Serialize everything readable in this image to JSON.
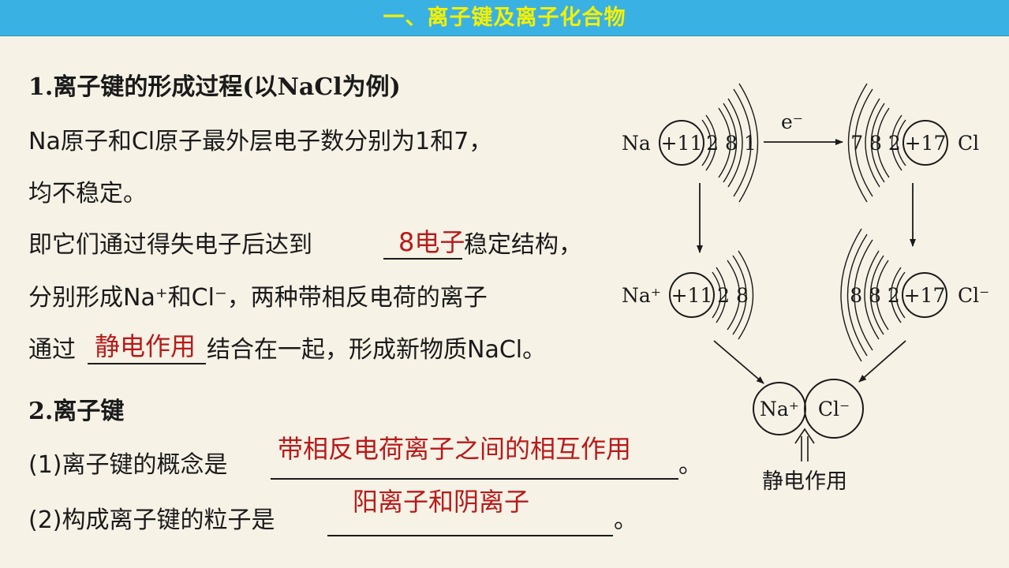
{
  "header": {
    "title": "一、离子键及离子化合物"
  },
  "section1": {
    "heading": "1.离子键的形成过程(以NaCl为例)",
    "p1_line1": "Na原子和Cl原子最外层电子数分别为1和7，",
    "p1_line2": "均不稳定。",
    "p2_line1_before": "即它们通过得失电子后达到",
    "p2_line1_answer": "8电子",
    "p2_line1_after": "稳定结构，",
    "p2_line2": "分别形成Na⁺和Cl⁻，两种带相反电荷的离子",
    "p2_line3_before": "通过",
    "p2_line3_answer": "静电作用",
    "p2_line3_after": "结合在一起，形成新物质NaCl。"
  },
  "section2": {
    "heading": "2.离子键",
    "q1_prefix": "(1)离子键的概念是",
    "q1_answer": "带相反电荷离子之间的相互作用",
    "q1_end": "。",
    "q2_prefix": "(2)构成离子键的粒子是",
    "q2_answer": "阳离子和阴离子",
    "q2_end": "。"
  },
  "diagram": {
    "na_atom": {
      "symbol": "Na",
      "nucleus": "+11",
      "shells": "2 8 1"
    },
    "cl_atom": {
      "symbol": "Cl",
      "nucleus": "+17",
      "shells": "7 8 2"
    },
    "electron_label": "e⁻",
    "na_ion": {
      "symbol": "Na⁺",
      "nucleus": "+11",
      "shells": "2 8"
    },
    "cl_ion": {
      "symbol": "Cl⁻",
      "nucleus": "+17",
      "shells": "8 8 2"
    },
    "pair_na": "Na⁺",
    "pair_cl": "Cl⁻",
    "force_label": "静电作用"
  },
  "colors": {
    "banner": "#3ab1e3",
    "banner_text": "#f5f000",
    "answer": "#b81a1a",
    "background": "#f6f2e6"
  }
}
